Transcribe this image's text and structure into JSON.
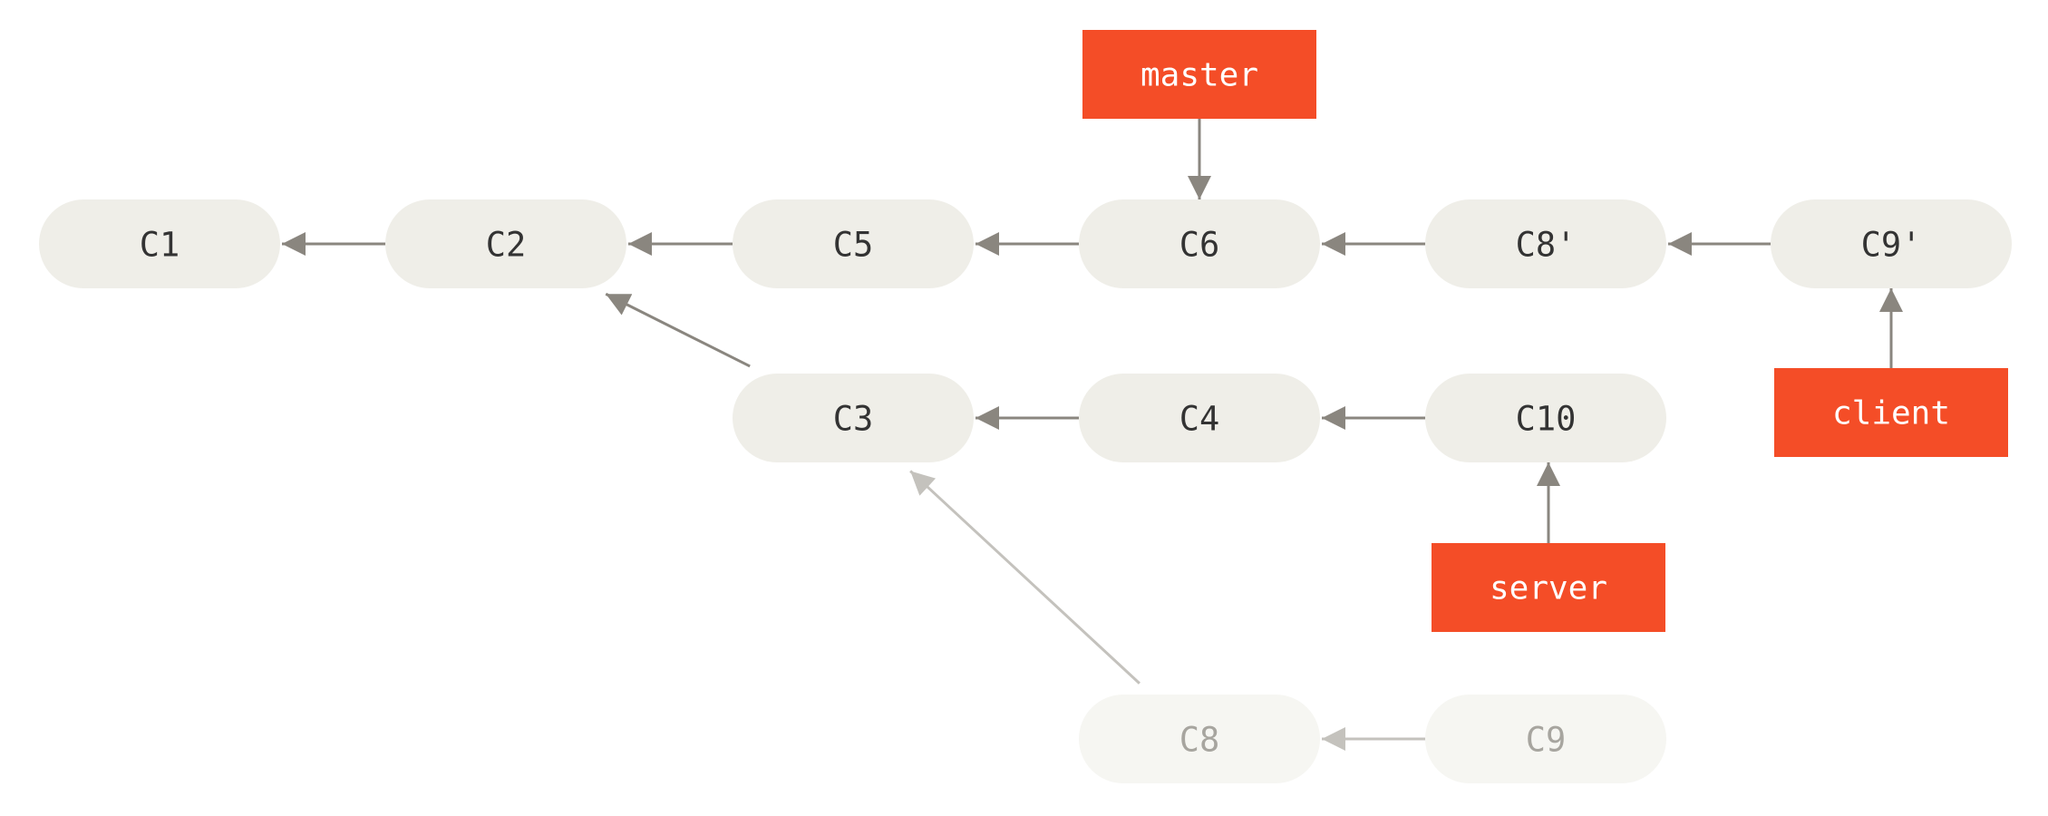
{
  "colors": {
    "node_fill": "#efeee8",
    "node_text": "#333333",
    "ghost_fill": "#f6f6f2",
    "ghost_text": "#a7a59f",
    "arrow": "#8a867f",
    "ghost_arrow": "#c4c2bd",
    "branch_fill": "#f44d27",
    "branch_text": "#ffffff"
  },
  "commits": [
    {
      "id": "c1",
      "label": "C1"
    },
    {
      "id": "c2",
      "label": "C2"
    },
    {
      "id": "c5",
      "label": "C5"
    },
    {
      "id": "c6",
      "label": "C6"
    },
    {
      "id": "c8p",
      "label": "C8'"
    },
    {
      "id": "c9p",
      "label": "C9'"
    },
    {
      "id": "c3",
      "label": "C3"
    },
    {
      "id": "c4",
      "label": "C4"
    },
    {
      "id": "c10",
      "label": "C10"
    },
    {
      "id": "c8",
      "label": "C8",
      "ghost": true
    },
    {
      "id": "c9",
      "label": "C9",
      "ghost": true
    }
  ],
  "branches": [
    {
      "id": "master",
      "label": "master",
      "target": "c6"
    },
    {
      "id": "client",
      "label": "client",
      "target": "c9p"
    },
    {
      "id": "server",
      "label": "server",
      "target": "c10"
    }
  ],
  "edges": [
    {
      "from": "c2",
      "to": "c1"
    },
    {
      "from": "c5",
      "to": "c2"
    },
    {
      "from": "c6",
      "to": "c5"
    },
    {
      "from": "c8p",
      "to": "c6"
    },
    {
      "from": "c9p",
      "to": "c8p"
    },
    {
      "from": "c3",
      "to": "c2"
    },
    {
      "from": "c4",
      "to": "c3"
    },
    {
      "from": "c10",
      "to": "c4"
    },
    {
      "from": "c8",
      "to": "c3",
      "ghost": true
    },
    {
      "from": "c9",
      "to": "c8",
      "ghost": true
    }
  ]
}
